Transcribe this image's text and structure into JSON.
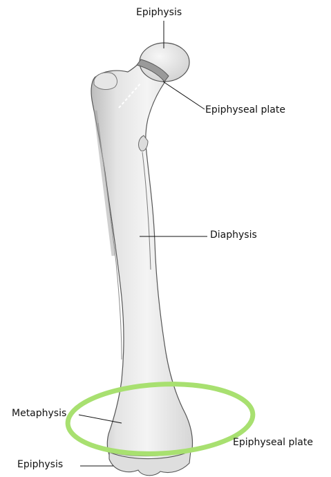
{
  "labels": {
    "epiphysis_top": "Epiphysis",
    "epiphyseal_plate_top": "Epiphyseal plate",
    "diaphysis": "Diaphysis",
    "metaphysis": "Metaphysis",
    "epiphyseal_plate_bottom": "Epiphyseal plate",
    "epiphysis_bottom": "Epiphysis"
  },
  "colors": {
    "bone_fill": "#eeeeee",
    "bone_outline": "#555555",
    "bone_shadow": "#b8b8b8",
    "highlight_ring": "#a8e070",
    "leader_line": "#111111"
  }
}
